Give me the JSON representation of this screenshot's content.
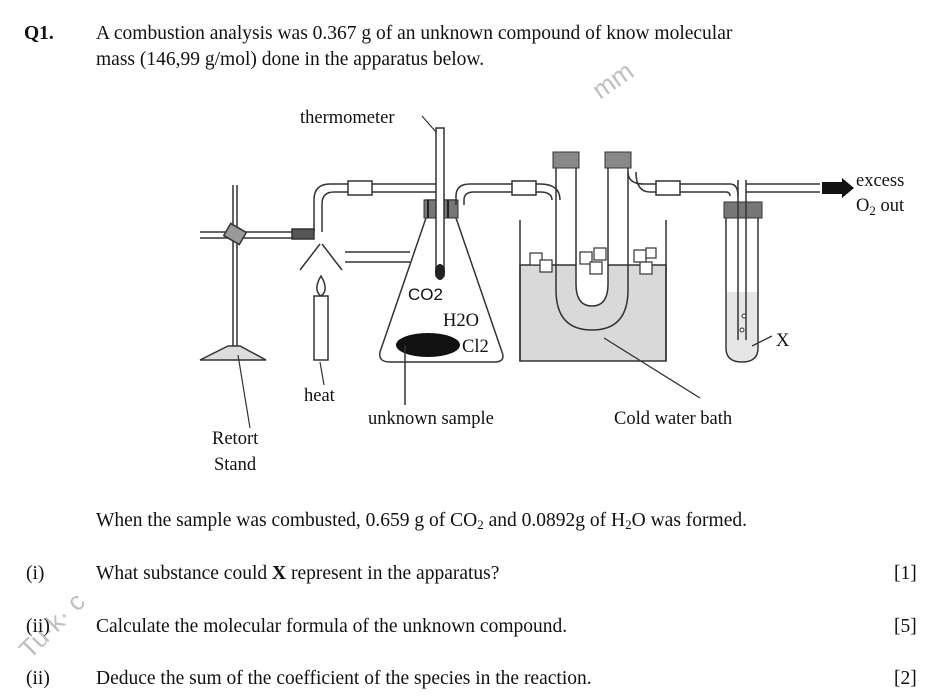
{
  "question": {
    "number": "Q1.",
    "intro_line1": "A combustion analysis was 0.367 g of an unknown compound of know molecular",
    "intro_line2": "mass (146,99 g/mol) done in the apparatus below."
  },
  "diagram": {
    "labels": {
      "thermometer": "thermometer",
      "excess": "excess",
      "o2_out_o": "O",
      "o2_out_sub": "2",
      "o2_out_rest": " out",
      "co2": "CO2",
      "h2o": "H2O",
      "cl2": "Cl2",
      "x_mark": "X",
      "heat": "heat",
      "unknown_sample": "unknown sample",
      "cold_water_bath": "Cold water bath",
      "retort": "Retort",
      "stand": "Stand"
    }
  },
  "statement": {
    "part1": "When the sample was combusted, 0.659 g of CO",
    "sub1": "2",
    "part2": " and 0.0892g of H",
    "sub2": "2",
    "part3": "O was formed."
  },
  "items": [
    {
      "label": "(i)",
      "text_pre": "What substance could ",
      "text_bold": "X",
      "text_post": " represent in the apparatus?",
      "marks": "[1]"
    },
    {
      "label": "(ii)",
      "text_pre": "Calculate the molecular formula of the unknown compound.",
      "text_bold": "",
      "text_post": "",
      "marks": "[5]"
    },
    {
      "label": "(ii)",
      "text_pre": "Deduce the sum of the coefficient of the species in the reaction.",
      "text_bold": "",
      "text_post": "",
      "marks": "[2]"
    }
  ],
  "watermark": {
    "top_fragment": "mm",
    "side_fragment": "Tu·k·  c"
  }
}
